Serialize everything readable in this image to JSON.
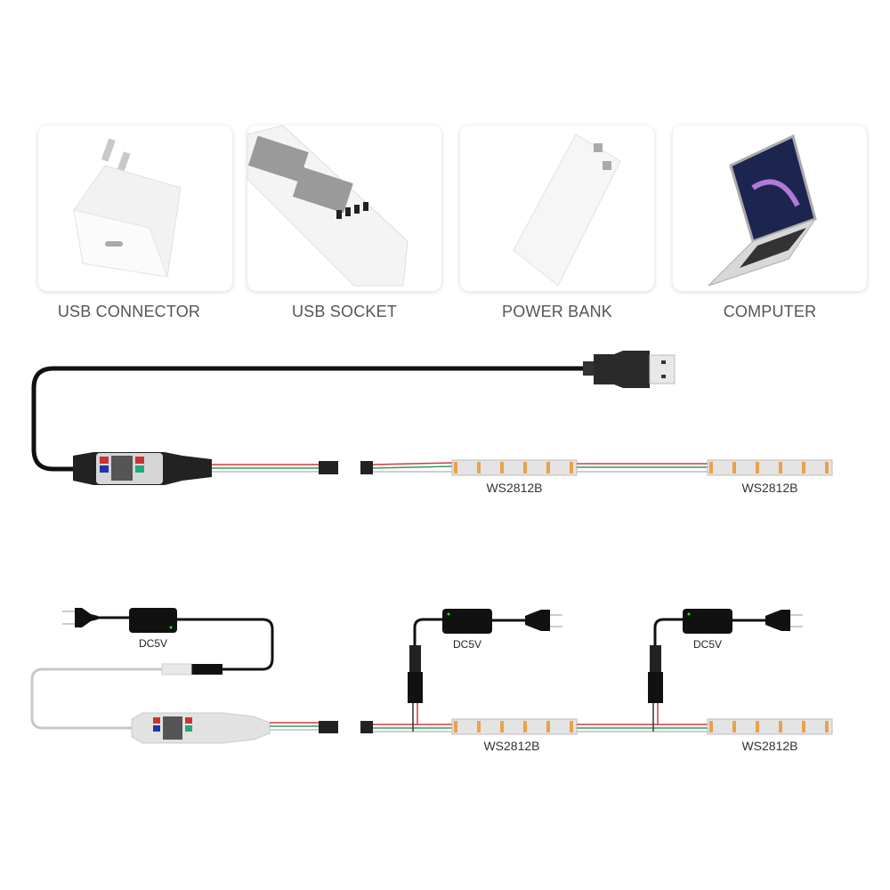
{
  "sources": [
    {
      "label": "USB CONNECTOR",
      "icon": "usb-wall-charger-icon"
    },
    {
      "label": "USB SOCKET",
      "icon": "power-strip-icon"
    },
    {
      "label": "POWER BANK",
      "icon": "power-bank-icon"
    },
    {
      "label": "COMPUTER",
      "icon": "laptop-icon"
    }
  ],
  "diagram_usb": {
    "strip_labels": [
      "WS2812B",
      "WS2812B"
    ],
    "cable_color": "#111111",
    "wire_colors": {
      "data": "#d43a3a",
      "gnd": "#3a9a5a",
      "vcc": "#bdbdbd"
    }
  },
  "diagram_dc": {
    "adapter_labels": [
      "DC5V",
      "DC5V",
      "DC5V"
    ],
    "strip_labels": [
      "WS2812B",
      "WS2812B"
    ],
    "led_color": "#e9a24a"
  }
}
